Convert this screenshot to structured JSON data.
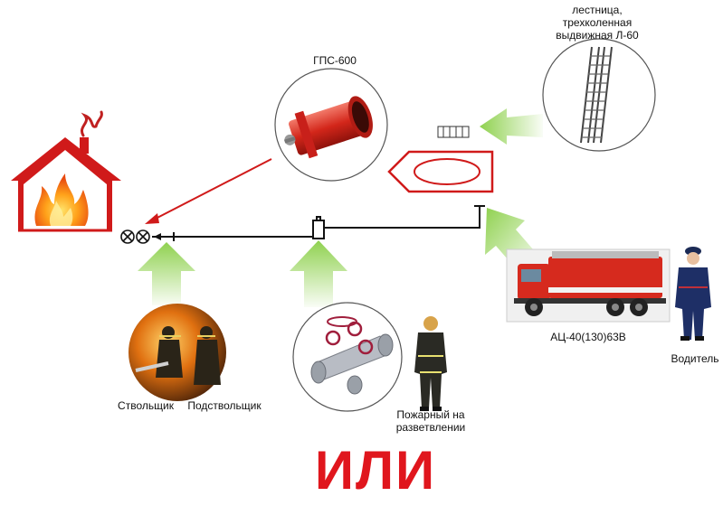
{
  "labels": {
    "gps": "ГПС-600",
    "ladder_line1": "лестница,",
    "ladder_line2": "трехколенная",
    "ladder_line3": "выдвижная Л-60",
    "truck": "АЦ-40(130)63В",
    "driver": "Водитель",
    "nozzleman": "Ствольщик",
    "assistant": "Подствольщик",
    "branch_line1": "Пожарный на",
    "branch_line2": "разветвлении",
    "or": "ИЛИ"
  },
  "colors": {
    "red": "#e0161d",
    "house_red": "#d01a1a",
    "green_arrow": "#8fd14f",
    "line": "#111111"
  },
  "icons": [
    "house-fire-icon",
    "foam-generator-icon",
    "ladder-icon",
    "fire-truck-icon",
    "hose-branch-icon",
    "firefighter-icon",
    "driver-icon",
    "nozzle-icon"
  ]
}
